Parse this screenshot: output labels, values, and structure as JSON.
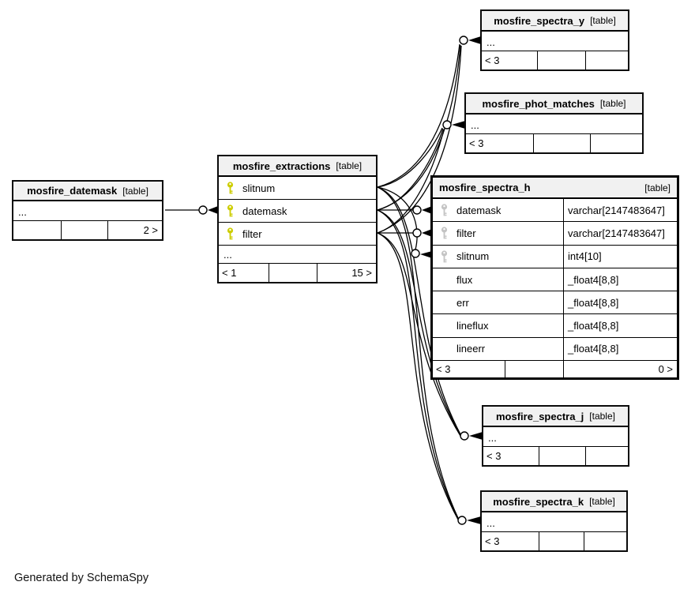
{
  "page": {
    "generated_note": "Generated by SchemaSpy"
  },
  "colors": {
    "primary_key_icon": "#cdcd00",
    "foreign_key_icon": "#c4c4c4",
    "header_bg": "#f1f1f1",
    "line": "#000000"
  },
  "tables": {
    "datemask": {
      "name": "mosfire_datemask",
      "tag": "[table]",
      "ellipsis": "...",
      "footer_left": "",
      "footer_mid": "",
      "footer_right": "2 >"
    },
    "extractions": {
      "name": "mosfire_extractions",
      "tag": "[table]",
      "columns": [
        "slitnum",
        "datemask",
        "filter"
      ],
      "ellipsis": "...",
      "footer_left": "< 1",
      "footer_mid": "",
      "footer_right": "15 >"
    },
    "spectra_y": {
      "name": "mosfire_spectra_y",
      "tag": "[table]",
      "ellipsis": "...",
      "footer_left": "< 3",
      "footer_mid": "",
      "footer_right": ""
    },
    "phot_matches": {
      "name": "mosfire_phot_matches",
      "tag": "[table]",
      "ellipsis": "...",
      "footer_left": "< 3",
      "footer_mid": "",
      "footer_right": ""
    },
    "spectra_h": {
      "name": "mosfire_spectra_h",
      "tag": "[table]",
      "columns": [
        {
          "name": "datemask",
          "type": "varchar[2147483647]"
        },
        {
          "name": "filter",
          "type": "varchar[2147483647]"
        },
        {
          "name": "slitnum",
          "type": "int4[10]"
        },
        {
          "name": "flux",
          "type": "_float4[8,8]"
        },
        {
          "name": "err",
          "type": "_float4[8,8]"
        },
        {
          "name": "lineflux",
          "type": "_float4[8,8]"
        },
        {
          "name": "lineerr",
          "type": "_float4[8,8]"
        }
      ],
      "footer_left": "< 3",
      "footer_mid": "",
      "footer_right": "0 >"
    },
    "spectra_j": {
      "name": "mosfire_spectra_j",
      "tag": "[table]",
      "ellipsis": "...",
      "footer_left": "< 3",
      "footer_mid": "",
      "footer_right": ""
    },
    "spectra_k": {
      "name": "mosfire_spectra_k",
      "tag": "[table]",
      "ellipsis": "...",
      "footer_left": "< 3",
      "footer_mid": "",
      "footer_right": ""
    }
  }
}
